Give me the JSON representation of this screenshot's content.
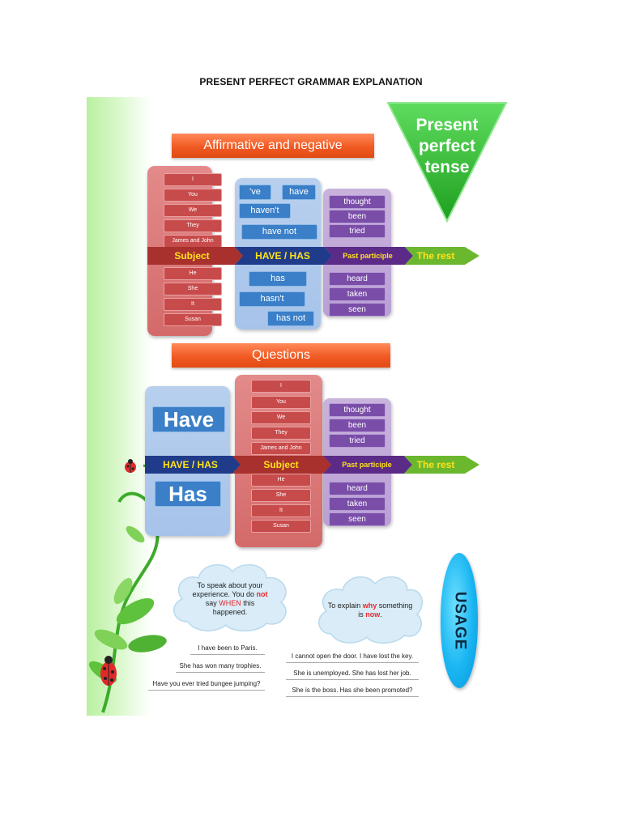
{
  "document": {
    "title": "PRESENT PERFECT GRAMMAR EXPLANATION"
  },
  "header_triangle": {
    "line1": "Present",
    "line2": "perfect",
    "line3": "tense"
  },
  "section_affirmative": {
    "banner": "Affirmative and negative",
    "subjects_top": [
      "I",
      "You",
      "We",
      "They",
      "James and John"
    ],
    "subjects_bottom": [
      "He",
      "She",
      "It",
      "Susan"
    ],
    "have_top": [
      "'ve",
      "have",
      "haven't",
      "have not"
    ],
    "has_bottom": [
      "has",
      "hasn't",
      "has not"
    ],
    "participles_top": [
      "thought",
      "been",
      "tried"
    ],
    "participles_bottom": [
      "heard",
      "taken",
      "seen"
    ],
    "band": {
      "subject": "Subject",
      "have_has": "HAVE / HAS",
      "past_participle": "Past participle",
      "the_rest": "The rest"
    }
  },
  "section_questions": {
    "banner": "Questions",
    "aux_have": "Have",
    "aux_has": "Has",
    "subjects_top": [
      "I",
      "You",
      "We",
      "They",
      "James and John"
    ],
    "subjects_bottom": [
      "He",
      "She",
      "It",
      "Susan"
    ],
    "participles_top": [
      "thought",
      "been",
      "tried"
    ],
    "participles_bottom": [
      "heard",
      "taken",
      "seen"
    ],
    "band": {
      "have_has": "HAVE / HAS",
      "subject": "Subject",
      "past_participle": "Past participle",
      "the_rest": "The rest"
    }
  },
  "usage": {
    "label": "USAGE",
    "cloud1": {
      "line1": "To speak about your",
      "line2_a": "experience. You do ",
      "line2_b": "not",
      "line3_a": "say ",
      "line3_b": "WHEN",
      "line3_c": " this",
      "line4": "happened."
    },
    "cloud2": {
      "line1_a": "To explain ",
      "line1_b": "why",
      "line1_c": " something",
      "line2_a": "is ",
      "line2_b": "now",
      "line2_c": "."
    },
    "examples_left": [
      "I have been to Paris.",
      "She has won many trophies.",
      "Have you ever tried bungee jumping?"
    ],
    "examples_right": [
      "I cannot open the door. I have lost the key.",
      "She is unemployed. She has lost her job.",
      "She is the boss. Has she been promoted?"
    ]
  },
  "colors": {
    "banner_orange": "#f15a22",
    "subject_red": "#c84b4b",
    "have_blue": "#3a7fc8",
    "participle_purple": "#7a4ea8",
    "triangle_green": "#2fb52f",
    "highlight_red": "#e8262b",
    "usage_cyan": "#19b6f2"
  }
}
